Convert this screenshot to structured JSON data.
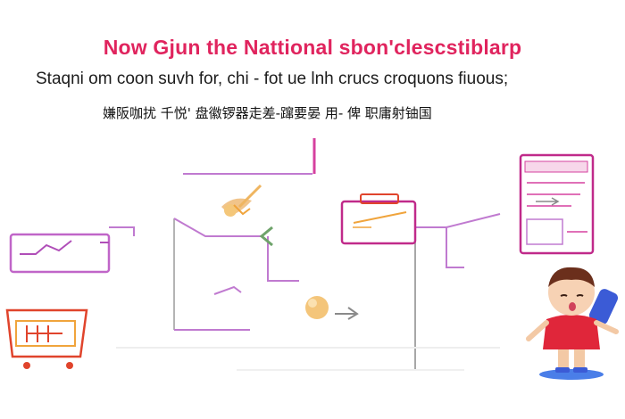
{
  "header": {
    "title": "Now Gjun the Nattional sbon'clescstiblarp",
    "subtitle": "Staqni om coon suvh for, chi - fot ue lnh crucs croquons fiuous;",
    "cjk_line": "嫌阪咖扰 千悦' 盘徽锣器走差-蹿要晏 用- 俾 职庸射铀国"
  },
  "colors": {
    "title": "#e0245e",
    "accent_pink": "#d6409f",
    "accent_magenta": "#c02a8a",
    "stroke_purple": "#c07ad0",
    "stroke_gray": "#9a9a9a",
    "envelope_orange": "#f0a43c",
    "cart_red": "#e0442c",
    "figure_shirt": "#e0263a",
    "figure_hair": "#6b2f1c",
    "phone_blue": "#3b5bd6"
  },
  "icons": [
    "left-card-icon",
    "bird-icon",
    "chevron-left-icon",
    "envelope-folder-icon",
    "cursor-icon",
    "document-panel-icon",
    "cart-icon",
    "person-with-phone-icon"
  ]
}
